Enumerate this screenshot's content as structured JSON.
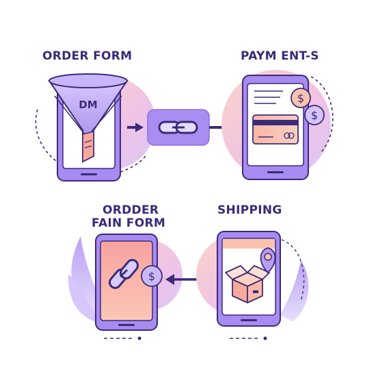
{
  "labels": {
    "order_form": "ORDER FORM",
    "payments": "PAYM ENT-S",
    "order_form_2_line1": "ORDDER",
    "order_form_2_line2": "FAIN FORM",
    "shipping": "SHIPPING",
    "funnel_text": "DM",
    "dollar": "$"
  },
  "colors": {
    "dark_purple": "#3b2a78",
    "purple": "#8b6fe0",
    "light_purple": "#c9b8f5",
    "peach": "#f7a99a",
    "pink_blob": "#f8cfe0"
  },
  "icons": [
    "funnel-icon",
    "link-icon",
    "credit-card-icon",
    "dollar-coin-icon",
    "box-icon",
    "location-pin-icon",
    "arrow-right-icon",
    "double-arrow-icon"
  ]
}
